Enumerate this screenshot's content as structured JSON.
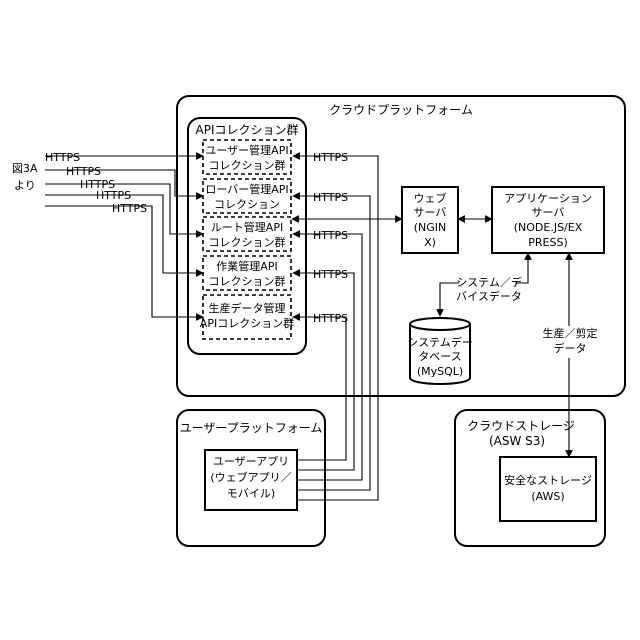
{
  "figure_ref": [
    "図3A",
    "より"
  ],
  "cloud_platform": {
    "title": "クラウドプラットフォーム",
    "api_group": {
      "title": "APIコレクション群",
      "collections": [
        [
          "ユーザー管理API",
          "コレクション群"
        ],
        [
          "ローバー管理API",
          "コレクション"
        ],
        [
          "ルート管理API",
          "コレクション群"
        ],
        [
          "作業管理API",
          "コレクション群"
        ],
        [
          "生産データ管理",
          "APIコレクション群"
        ]
      ]
    },
    "web_server": [
      "ウェブ",
      "サーバ",
      "(NGIN",
      "X)"
    ],
    "app_server": [
      "アプリケーション",
      "サーバ",
      "(NODE.JS/EX",
      "PRESS)"
    ],
    "system_data_label": [
      "システム／デ",
      "バイスデータ"
    ],
    "database": [
      "システムデー",
      "タベース",
      "(MySQL)"
    ],
    "production_data_label": [
      "生産／剪定",
      "データ"
    ]
  },
  "user_platform": {
    "title": "ユーザープラットフォーム",
    "app": [
      "ユーザーアプリ",
      "(ウェブアプリ／",
      "モバイル)"
    ]
  },
  "cloud_storage": {
    "title": [
      "クラウドストレージ",
      "(ASW S3)"
    ],
    "storage": [
      "安全なストレージ",
      "(AWS)"
    ]
  },
  "external_https": [
    "HTTPS",
    "HTTPS",
    "HTTPS",
    "HTTPS",
    "HTTPS"
  ],
  "internal_https": [
    "HTTPS",
    "HTTPS",
    "HTTPS",
    "HTTPS",
    "HTTPS"
  ]
}
